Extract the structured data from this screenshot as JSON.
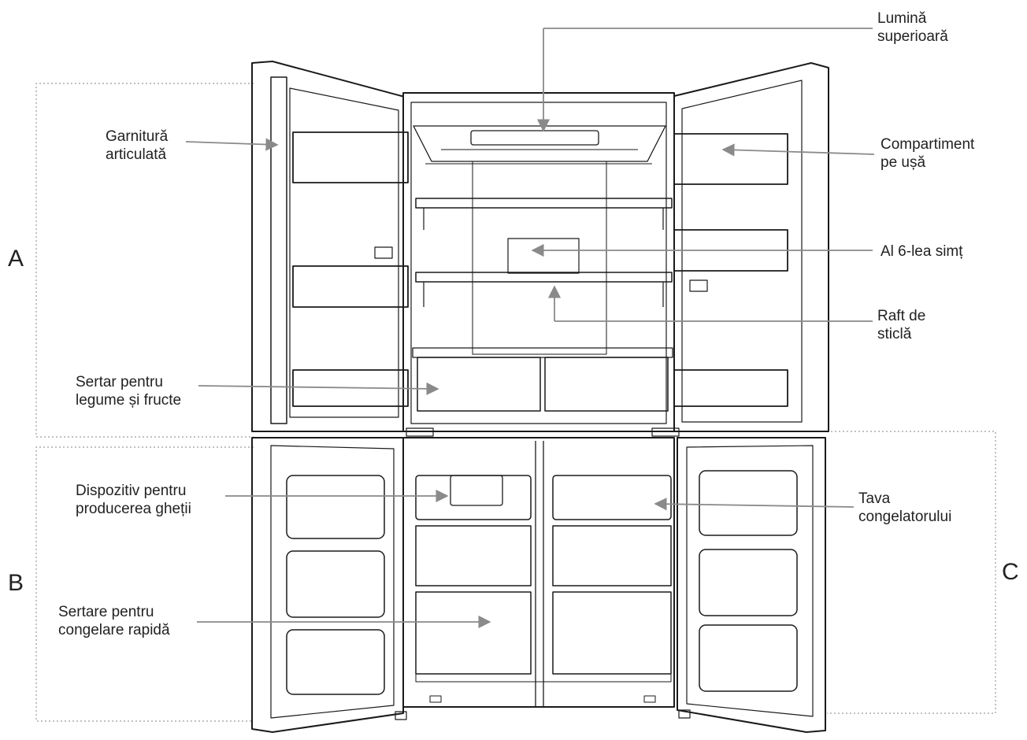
{
  "zones": {
    "a": "A",
    "b": "B",
    "c": "C"
  },
  "labels": {
    "top_light": [
      "Lumină",
      "superioară"
    ],
    "hinged_gasket": [
      "Garnitură",
      "articulată"
    ],
    "door_bin": [
      "Compartiment",
      "pe ușă"
    ],
    "sixth_sense": [
      "Al 6-lea simț"
    ],
    "glass_shelf": [
      "Raft de",
      "sticlă"
    ],
    "crisper": [
      "Sertar pentru",
      "legume și fructe"
    ],
    "ice_maker": [
      "Dispozitiv pentru",
      "producerea gheții"
    ],
    "freezer_tray": [
      "Tava",
      "congelatorului"
    ],
    "quick_freeze": [
      "Sertare pentru",
      "congelare rapidă"
    ]
  },
  "colors": {
    "line": "#1a1a1a",
    "arrow": "#8a8a8a",
    "dotted": "#9a9a9a"
  }
}
